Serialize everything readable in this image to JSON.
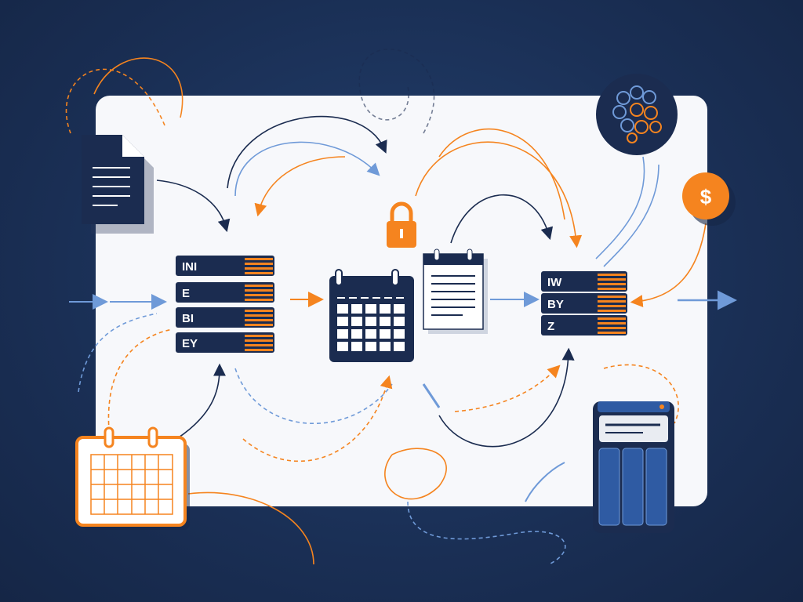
{
  "left_stack": {
    "labels": [
      "INI",
      "E",
      "BI",
      "EY"
    ]
  },
  "right_stack": {
    "labels": [
      "IW",
      "BY",
      "Z"
    ]
  },
  "dollar_badge": {
    "symbol": "$"
  },
  "colors": {
    "background": "#1c325a",
    "panel": "#f7f8fb",
    "navy": "#1b2c50",
    "orange": "#f5841f",
    "blue": "#6f9ad8"
  }
}
